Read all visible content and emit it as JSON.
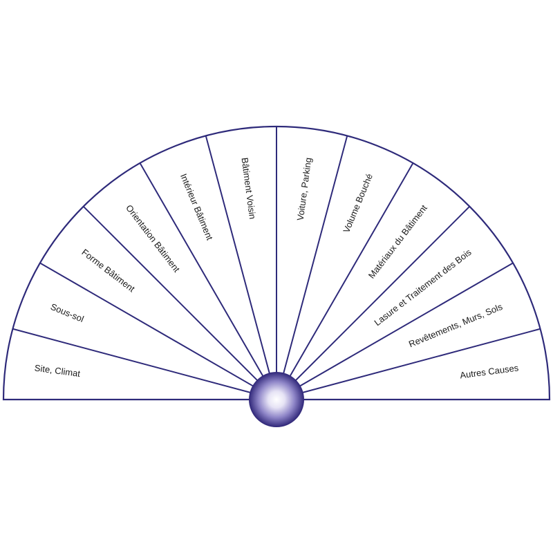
{
  "colors": {
    "line": "#2e2a7a",
    "background": "#ffffff",
    "text": "#1a1a1a",
    "sphere_center": "#ffffff",
    "sphere_mid": "#8f86c8",
    "sphere_edge": "#2f2678"
  },
  "sectors": [
    {
      "label": "Site, Climat"
    },
    {
      "label": "Sous-sol"
    },
    {
      "label": "Forme Bâtiment"
    },
    {
      "label": "Orientation Bâtiment"
    },
    {
      "label": "Intérieur Bâtiment"
    },
    {
      "label": "Bâtiment Voisin"
    },
    {
      "label": "Voiture, Parking"
    },
    {
      "label": "Volume Bouché"
    },
    {
      "label": "Matériaux du Bâtiment"
    },
    {
      "label": "Lasure et Traitement des Bois"
    },
    {
      "label": "Revêtements, Murs, Sols"
    },
    {
      "label": "Autres Causes"
    }
  ],
  "center": {
    "icon": "sphere-pendulum-hub"
  }
}
